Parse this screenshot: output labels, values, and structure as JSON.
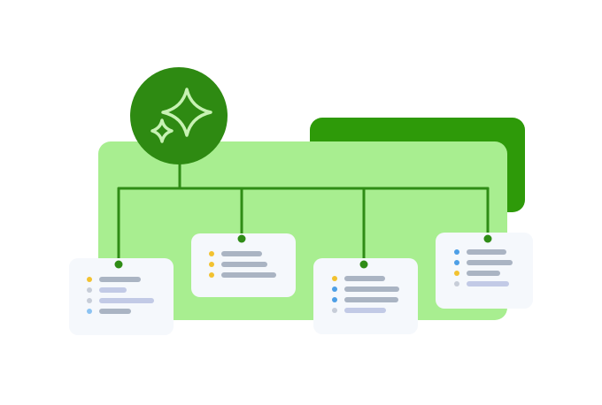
{
  "illustration": {
    "colors": {
      "dark_green": "#2E9A09",
      "light_green": "#A8EE90",
      "circle_green": "#2E8A12",
      "sparkle": "#C7F2B3",
      "connector": "#2F8C16",
      "card_bg": "#F5F8FC",
      "line_gray": "#AAB4C3",
      "line_lavender": "#C2CAE6",
      "dot_yellow": "#F2C230",
      "dot_blue": "#4D9FE6",
      "dot_gray": "#C7CDD8",
      "dot_light_blue": "#8CC3F2"
    },
    "icons": [
      "sparkle-icon"
    ],
    "cards": [
      {
        "rows": [
          {
            "dot": "dot_yellow",
            "line": "line_gray"
          },
          {
            "dot": "dot_gray",
            "line": "line_lavender"
          },
          {
            "dot": "dot_gray",
            "line": "line_lavender"
          },
          {
            "dot": "dot_light_blue",
            "line": "line_gray"
          }
        ]
      },
      {
        "rows": [
          {
            "dot": "dot_yellow",
            "line": "line_gray"
          },
          {
            "dot": "dot_yellow",
            "line": "line_gray"
          },
          {
            "dot": "dot_yellow",
            "line": "line_gray"
          }
        ]
      },
      {
        "rows": [
          {
            "dot": "dot_yellow",
            "line": "line_gray"
          },
          {
            "dot": "dot_blue",
            "line": "line_gray"
          },
          {
            "dot": "dot_blue",
            "line": "line_gray"
          },
          {
            "dot": "dot_gray",
            "line": "line_lavender"
          }
        ]
      },
      {
        "rows": [
          {
            "dot": "dot_blue",
            "line": "line_gray"
          },
          {
            "dot": "dot_blue",
            "line": "line_gray"
          },
          {
            "dot": "dot_yellow",
            "line": "line_gray"
          },
          {
            "dot": "dot_gray",
            "line": "line_lavender"
          }
        ]
      }
    ]
  }
}
